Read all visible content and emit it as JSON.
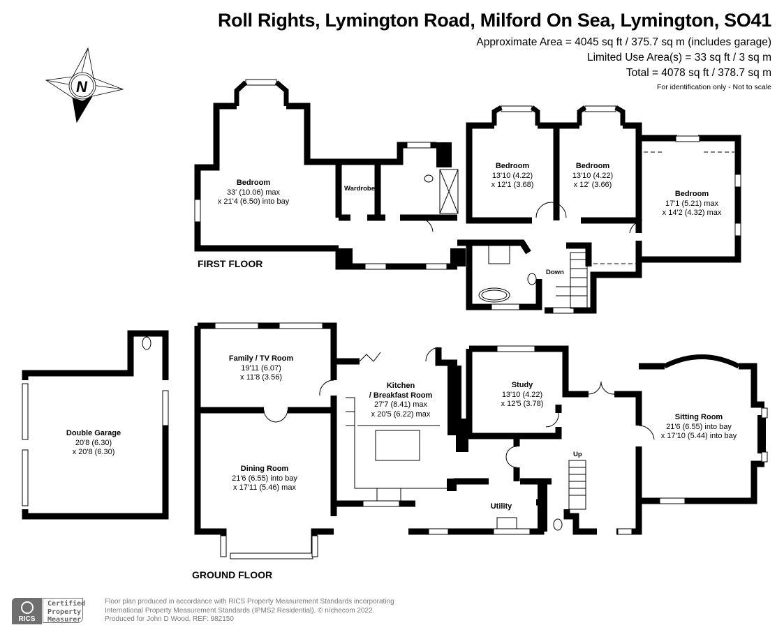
{
  "header": {
    "title": "Roll Rights, Lymington Road, Milford On Sea, Lymington, SO41",
    "approximate_area": "Approximate Area = 4045 sq ft / 375.7 sq m (includes garage)",
    "limited_use_area": "Limited Use Area(s) = 33 sq ft / 3 sq m",
    "total": "Total = 4078 sq ft / 378.7 sq m",
    "disclaimer": "For identification only - Not to scale"
  },
  "compass": {
    "label": "N",
    "icon": "compass-north-icon"
  },
  "first_floor": {
    "label": "FIRST FLOOR",
    "rooms": [
      {
        "name": "Bedroom",
        "dim1": "33' (10.06) max",
        "dim2": "x 21'4 (6.50) into bay"
      },
      {
        "name": "Wardrobe"
      },
      {
        "name": "Bedroom",
        "dim1": "13'10 (4.22)",
        "dim2": "x 12'1 (3.68)"
      },
      {
        "name": "Bedroom",
        "dim1": "13'10 (4.22)",
        "dim2": "x 12' (3.66)"
      },
      {
        "name": "Bedroom",
        "dim1": "17'1 (5.21) max",
        "dim2": "x 14'2 (4.32) max"
      }
    ],
    "stairs_label": "Down"
  },
  "ground_floor": {
    "label": "GROUND FLOOR",
    "rooms": [
      {
        "name": "Family / TV Room",
        "dim1": "19'11 (6.07)",
        "dim2": "x 11'8 (3.56)"
      },
      {
        "name": "Kitchen",
        "name2": "/ Breakfast Room",
        "dim1": "27'7 (8.41) max",
        "dim2": "x 20'5 (6.22) max"
      },
      {
        "name": "Study",
        "dim1": "13'10 (4.22)",
        "dim2": "x 12'5 (3.78)"
      },
      {
        "name": "Sitting Room",
        "dim1": "21'6 (6.55) into bay",
        "dim2": "x 17'10 (5.44) into bay"
      },
      {
        "name": "Dining Room",
        "dim1": "21'6 (6.55) into bay",
        "dim2": "x 17'11 (5.46) max"
      },
      {
        "name": "Utility"
      }
    ],
    "stairs_label": "Up"
  },
  "garage": {
    "name": "Double Garage",
    "dim1": "20'8 (6.30)",
    "dim2": "x 20'8 (6.30)"
  },
  "footer": {
    "rics_label": "RICS",
    "certified": [
      "Certified",
      "Property",
      "Measurer"
    ],
    "line1": "Floor plan produced in accordance with RICS Property Measurement Standards incorporating",
    "line2": "International Property Measurement Standards (IPMS2 Residential).   © nïchecom 2022.",
    "line3": "Produced for John D Wood.   REF:  982150"
  }
}
